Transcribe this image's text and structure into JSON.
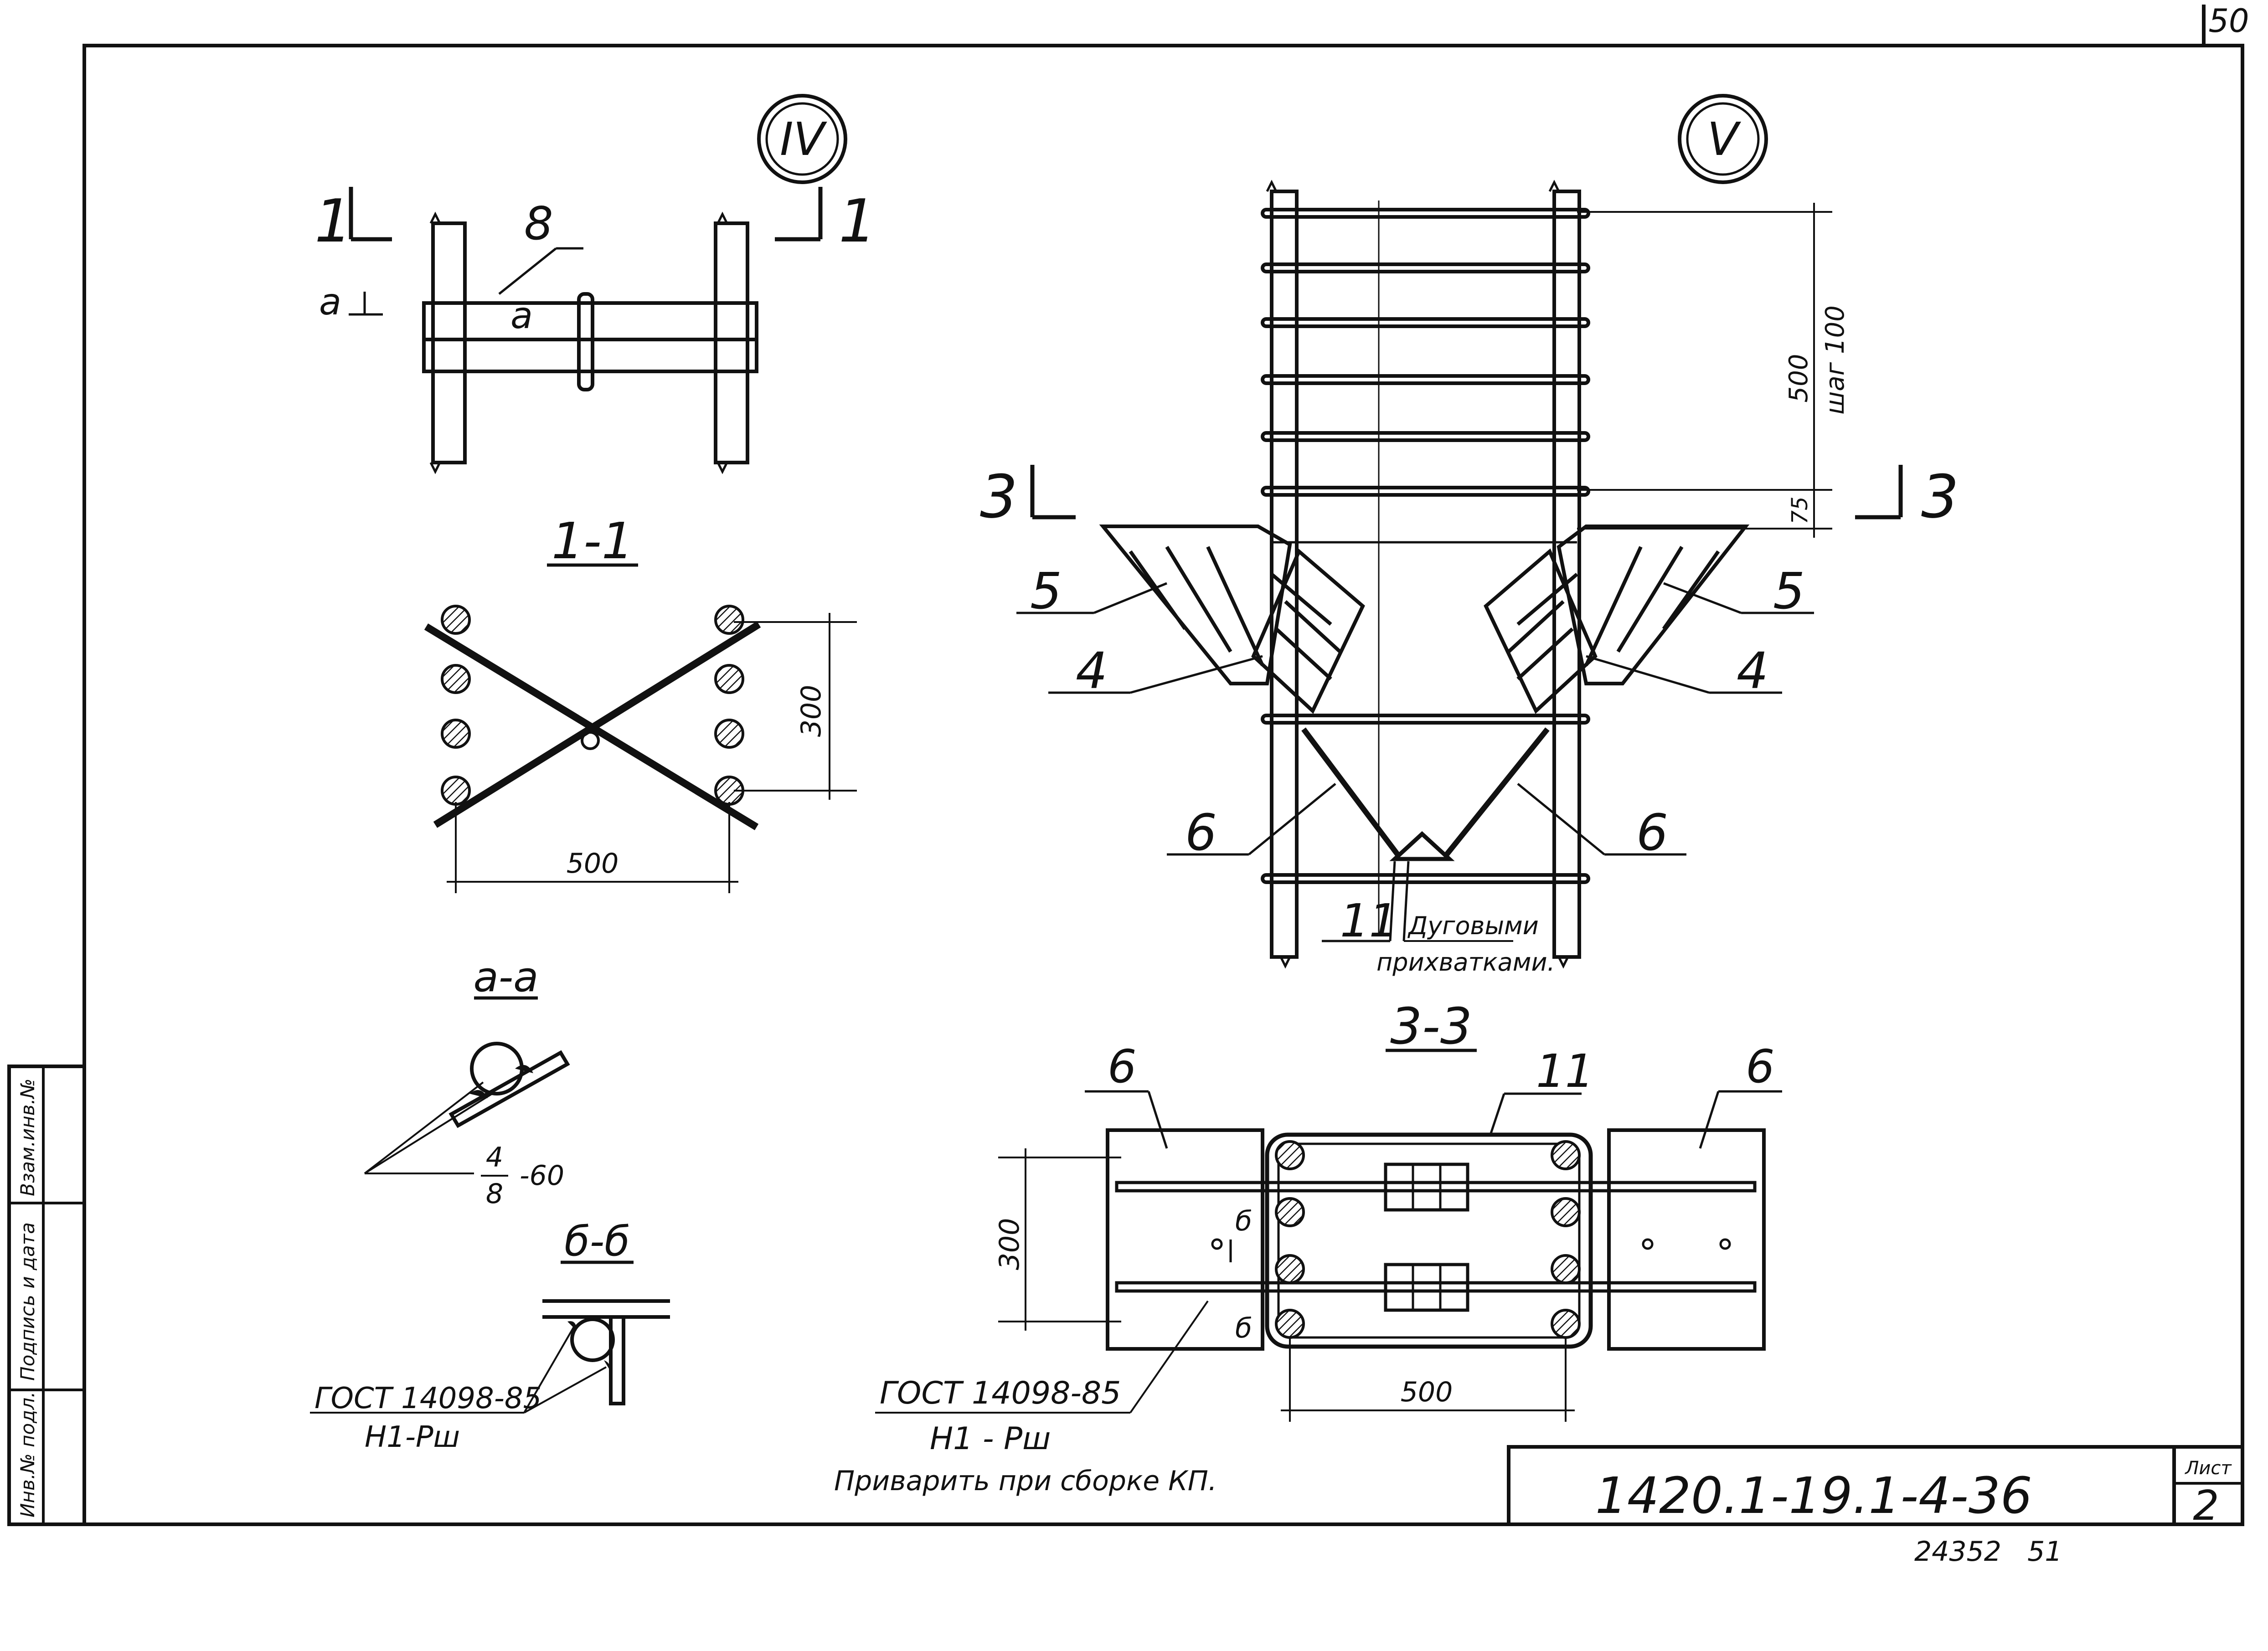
{
  "sheet": {
    "page_number_corner": "50",
    "doc_code": "1420.1-19.1-4-36",
    "sheet_label": "Лист",
    "sheet_no": "2",
    "bottom_numbers": "24352   51",
    "side_stamps": [
      "Инв.№ подл.",
      "Подпись и дата",
      "Взам.инв.№"
    ]
  },
  "node_iv": {
    "marker": "IV",
    "section_mark": "1",
    "mark_8": "8",
    "mark_a": "а",
    "section_11_title": "1-1",
    "dim_300": "300",
    "dim_500": "500",
    "section_aa_title": "а-а",
    "weld_note_num": "4",
    "weld_note_den": "8",
    "weld_note_len": "-60",
    "section_bb_title": "б-б",
    "gost_note": "ГОСТ 14098-85",
    "gost_type": "Н1-Рш"
  },
  "node_v": {
    "marker": "V",
    "section_mark": "3",
    "dim_500": "500",
    "dim_step": "шаг 100",
    "dim_75": "75",
    "label_5": "5",
    "label_4": "4",
    "label_6": "6",
    "label_11": "11",
    "note_line1": "Дуговыми",
    "note_line2": "прихватками.",
    "section_33_title": "3-3",
    "dim_300": "300",
    "dim_500_bottom": "500",
    "mark_b": "б",
    "gost_note": "ГОСТ 14098-85",
    "gost_type": "Н1 - Рш",
    "weld_note": "Приварить при сборке КП."
  }
}
